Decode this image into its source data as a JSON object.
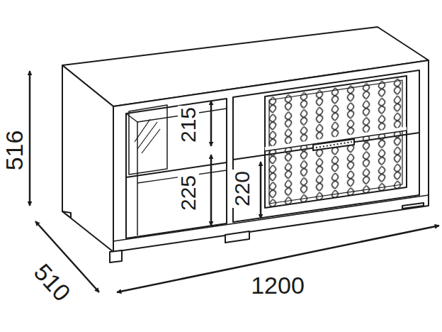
{
  "diagram": {
    "labels": [
      "516",
      "510",
      "1200",
      "215",
      "225",
      "220"
    ]
  }
}
